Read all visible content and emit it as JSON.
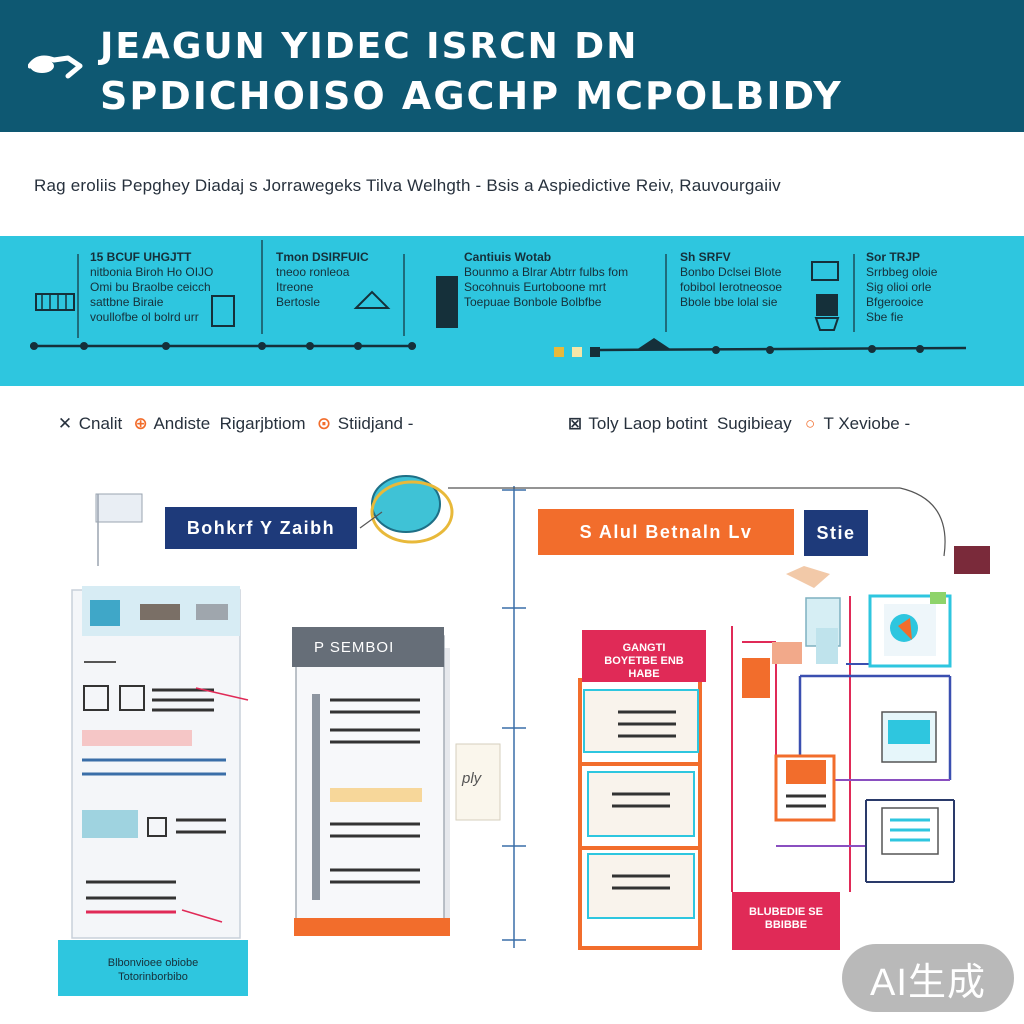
{
  "header": {
    "title_line1": "JEAGUN YIDEC ISRCN DN",
    "title_line2": "SPDICHOISO AGCHP MCPOLBIDY",
    "bg": "#0e5872",
    "arrow_icon": "arrow-right-icon"
  },
  "subtitle": "Rag eroliis Pepghey  Diadaj s Jorrawegeks  Tilva  Welhgth  - Bsis a  Aspiedictive Reiv,  Rauvourgaiiv",
  "band": {
    "bg": "#2ec6df",
    "columns": [
      {
        "head": "15 BCUF UHGJTT",
        "lines": [
          "nitbonia Biroh Ho OIJO",
          "Omi bu Braolbe ceicch",
          "sattbne  Biraie",
          "voullofbe ol bolrd urr"
        ]
      },
      {
        "head": "Tmon DSIRFUIC",
        "lines": [
          "tneoo ronleoa",
          "Itreone",
          "Bertosle"
        ]
      },
      {
        "head": "Cantiuis Wotab",
        "lines": [
          "Bounmo a Blrar Abtrr fulbs fom",
          "Socohnuis Eurtoboone mrt",
          "Toepuae Bonbole Bolbfbe"
        ]
      },
      {
        "head": "Sh SRFV",
        "lines": [
          "Bonbo Dclsei Blote",
          "fobibol Ierotneosoe",
          "Bbole bbe lolal sie"
        ]
      },
      {
        "head": "Sor TRJP",
        "lines": [
          "Srrbbeg oloie",
          "Sig olioi orle",
          "Bfgerooice",
          "Sbe fie"
        ]
      }
    ]
  },
  "legend": {
    "left": [
      {
        "mark": "✕",
        "text": "Cnalit"
      },
      {
        "mark": "⊕",
        "text": "Andiste"
      },
      {
        "mark": "",
        "text": "Rigarjbtiom"
      },
      {
        "mark": "⊙",
        "text": "Stiidjand -"
      }
    ],
    "right": [
      {
        "mark": "⊠",
        "text": "Toly Laop botint"
      },
      {
        "mark": "",
        "text": "Sugibieay"
      },
      {
        "mark": "○",
        "text": "T Xeviobe -"
      }
    ]
  },
  "diagram": {
    "left_pill": "Bohkrf Y Zaibh",
    "right_pill": "S  Alul  Betnaln  Lv",
    "small_pill": "Stie",
    "doc_header": "P SEMBOI",
    "red_label": "GANGTI\nBOYETBE ENB\nHABE",
    "pink_label": "BLUBEDIE SE\nBBIBBE",
    "teal_caption": "Blbonvioee obiobe\nTotorinborbibo",
    "note_card": "ply"
  },
  "colors": {
    "navy": "#1e3a7a",
    "orange": "#f26d2c",
    "pink": "#e02a57",
    "teal": "#2ec6df",
    "gray": "#666e78"
  },
  "badge": "AI生成"
}
